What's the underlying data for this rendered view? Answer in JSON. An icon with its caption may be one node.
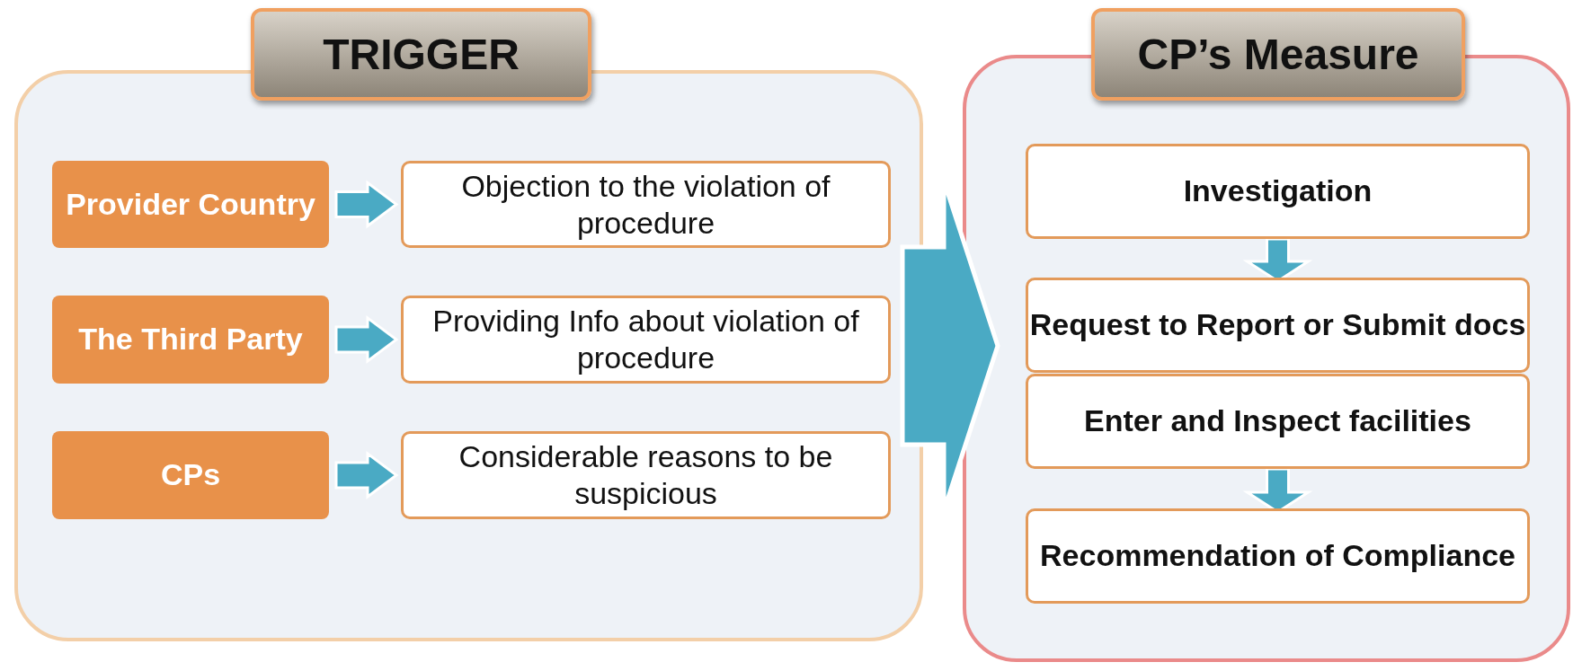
{
  "diagram": {
    "nodes": [
      {
        "text": [
          "TRIGGER"
        ]
      },
      {
        "text": [
          "Provider Country"
        ],
        "in": 0
      },
      {
        "text": [
          "Objection to the violation of procedure"
        ],
        "in": 0
      },
      {
        "text": [
          "The Third Party"
        ],
        "in": 0
      },
      {
        "text": [
          "Providing Info about violation of procedure"
        ],
        "in": 0
      },
      {
        "text": [
          "CPs"
        ],
        "in": 0
      },
      {
        "text": [
          "Considerable reasons to be suspicious"
        ],
        "in": 0
      },
      {
        "text": [
          "CP’s Measure"
        ]
      },
      {
        "text": [
          "Investigation"
        ],
        "in": 7
      },
      {
        "text": [
          "Request to Report or Submit docs"
        ],
        "in": 7
      },
      {
        "text": [
          "Enter and Inspect facilities"
        ],
        "in": 7
      },
      {
        "text": [
          "Recommendation of Compliance"
        ],
        "in": 7
      }
    ],
    "edges": [
      {
        "from": 1,
        "to": 2,
        "arrow": "to"
      },
      {
        "from": 3,
        "to": 4,
        "arrow": "to"
      },
      {
        "from": 5,
        "to": 6,
        "arrow": "to"
      },
      {
        "from": 0,
        "to": 7,
        "arrow": "to",
        "style": "thick"
      },
      {
        "from": 8,
        "to": 9,
        "arrow": "to"
      },
      {
        "from": 10,
        "to": 11,
        "arrow": "to"
      }
    ]
  }
}
